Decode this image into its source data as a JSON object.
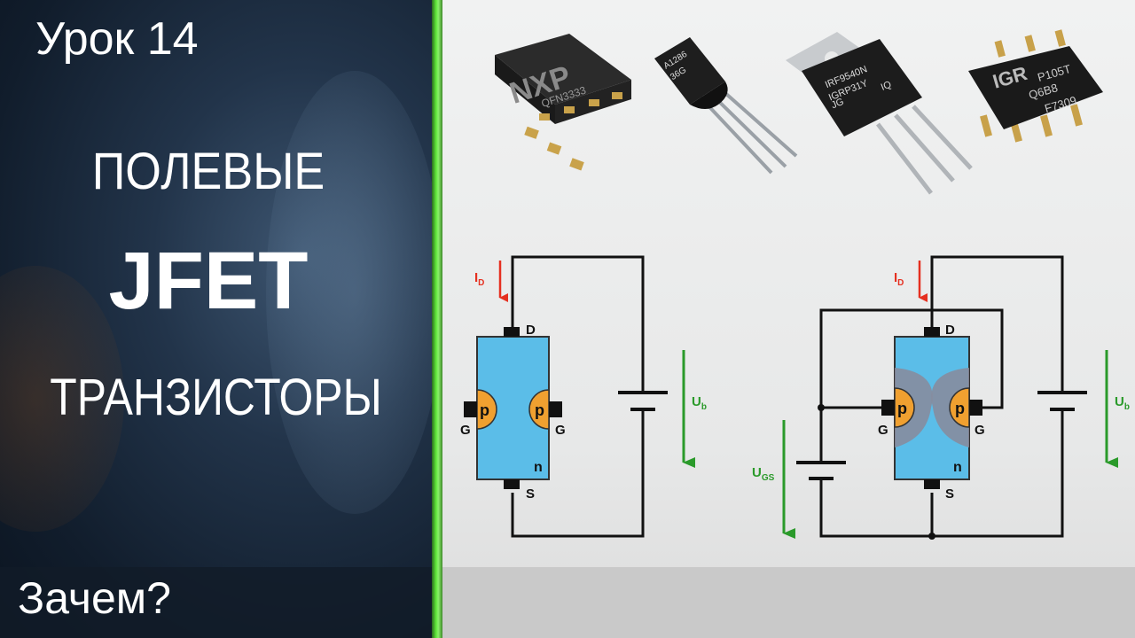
{
  "left": {
    "lesson": "Урок 14",
    "title_line1": "ПОЛЕВЫЕ",
    "title_line2": "JFET",
    "title_line3": "ТРАНЗИСТОРЫ",
    "question": "Зачем?"
  },
  "components": {
    "qfn": {
      "logo": "NXP",
      "marking": "QFN3333"
    },
    "to92": {
      "marking1": "A1286",
      "marking2": "36G"
    },
    "to220": {
      "marking1": "IRF9540N",
      "marking2": "IGRP31Y",
      "marking3": "JG",
      "marking4": "IQ"
    },
    "soic": {
      "logo": "IGR",
      "marking1": "P105T",
      "marking2": "Q6B8",
      "marking3": "F7309"
    }
  },
  "circuit1": {
    "current_label": "I",
    "current_sub": "D",
    "drain": "D",
    "source": "S",
    "gate_left": "G",
    "gate_right": "G",
    "p_left": "p",
    "p_right": "p",
    "channel": "n",
    "voltage_label": "U",
    "voltage_sub": "b"
  },
  "circuit2": {
    "current_label": "I",
    "current_sub": "D",
    "drain": "D",
    "source": "S",
    "gate_left": "G",
    "gate_right": "G",
    "p_left": "p",
    "p_right": "p",
    "channel": "n",
    "voltage_label": "U",
    "voltage_sub": "b",
    "gs_label": "U",
    "gs_sub": "GS"
  },
  "colors": {
    "channel": "#5bbde8",
    "p_region": "#f0a030",
    "depletion": "#8a8a9a",
    "arrow_red": "#e53020",
    "arrow_green": "#2a9a2a",
    "wire": "#111111"
  }
}
